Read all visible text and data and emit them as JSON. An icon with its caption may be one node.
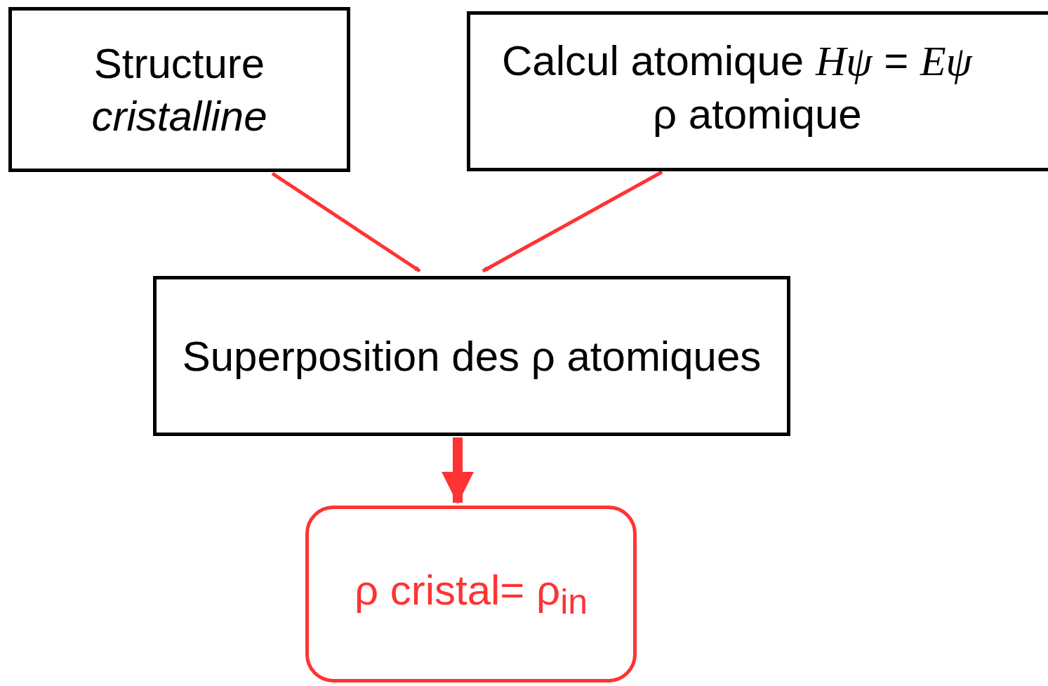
{
  "diagram": {
    "nodes": [
      {
        "text": [
          "Structure *cristalline*"
        ]
      },
      {
        "text": [
          "Calcul atomique *Hψ* = *Eψ*",
          "ρ atomique"
        ]
      },
      {
        "text": [
          "Superposition des ρ atomiques"
        ]
      },
      {
        "text": [
          "ρ cristal= ρ$_{in}$"
        ]
      }
    ],
    "edges": [
      {
        "from": 0,
        "to": 2,
        "arrow": "to"
      },
      {
        "from": 1,
        "to": 2,
        "arrow": "to"
      },
      {
        "from": 2,
        "to": 3,
        "arrow": "to",
        "style": "thick"
      }
    ]
  }
}
